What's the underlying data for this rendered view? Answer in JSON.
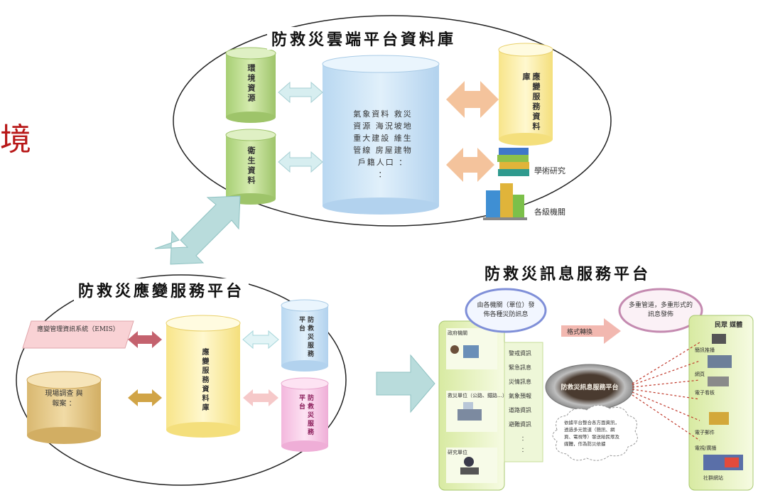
{
  "cloud": {
    "title": "防救災雲端平台資料庫",
    "env_resources": "環境資源",
    "health_data": "衛生資料",
    "core_db": "氣象資料 救災資源 海況坡地 重大建設 維生管線 房屋建物 戶籍人口 ： ：",
    "response_db": "應變服務資料庫",
    "academic": "學術研究",
    "agency": "各級機關"
  },
  "response": {
    "title": "防救災應變服務平台",
    "emis": "應變管理資訊系統（EMIS）",
    "field_ops": "現場調查 與 報案 ：",
    "db": "應變服務資料庫",
    "platform1": "防救災服務平台",
    "platform2": "防救災服務平台"
  },
  "info": {
    "title": "防救災訊息服務平台",
    "bubble_left": "由各機關（單位）發佈各種災防訊息",
    "bubble_right": "多重管道，多重形式的訊息發佈",
    "arrow_label": "格式轉換",
    "center_disc": "防救災訊息服務平台",
    "left_panel": [
      "政府機關",
      "救災單位（公路、鐵路…）",
      "研究單位"
    ],
    "mid_list": [
      "警戒資訊",
      "緊急訊息",
      "災情訊息",
      "氣象預報",
      "道路資訊",
      "避難資訊",
      "：",
      "："
    ],
    "right_title": "民眾 媒體",
    "right_items": [
      "簡訊推播",
      "網頁",
      "電子看板",
      "電子郵件",
      "電視/廣播",
      "社群網站"
    ],
    "cloud_note": "依據平台整合各方面資訊，透過多元管道（簡訊、網頁、電視等）發送給民眾及媒體，作為防災依據"
  },
  "page": {
    "red_char": "境"
  },
  "colors": {
    "green_cyl": "#c6e39c",
    "blue_cyl": "#cfe5f7",
    "yellow_cyl": "#fff3b0",
    "pink_cyl": "#f9cdea",
    "teal_arrow": "#b9dcdc",
    "orange_arrow": "#f4c39c",
    "pink_arrow": "#f2b8b0",
    "red_char": "#b81818"
  }
}
